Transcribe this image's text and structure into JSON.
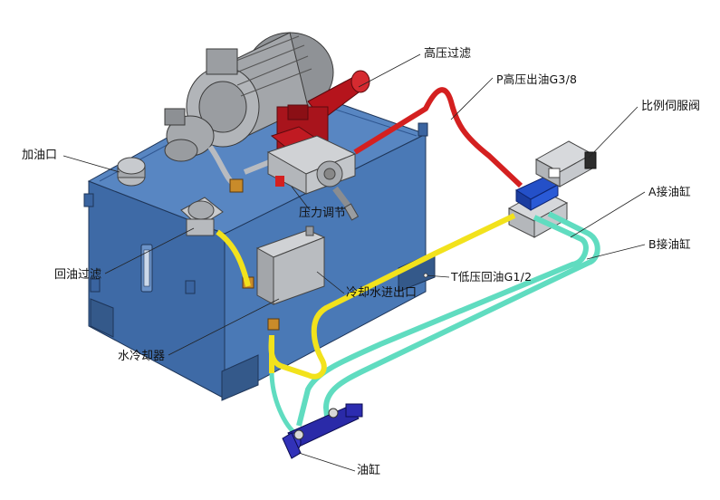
{
  "labels": {
    "high_pressure_filter": "高压过滤",
    "p_outlet": "P高压出油G3/8",
    "proportional_servo_valve": "比例伺服阀",
    "fill_port": "加油口",
    "port_a": "A接油缸",
    "port_b": "B接油缸",
    "pressure_adjust": "压力调节",
    "return_filter": "回油过滤",
    "t_return": "T低压回油G1/2",
    "cooling_water_port": "冷却水进出口",
    "water_cooler": "水冷却器",
    "cylinder": "油缸"
  },
  "colors": {
    "tank": "#4a79b6",
    "tank_dark": "#34598a",
    "pressure_line": "#d42020",
    "return_line": "#f2e21c",
    "a_b_lines": "#60dcc0",
    "valve_blue": "#2450c8",
    "cylinder": "#2a2aa8"
  }
}
